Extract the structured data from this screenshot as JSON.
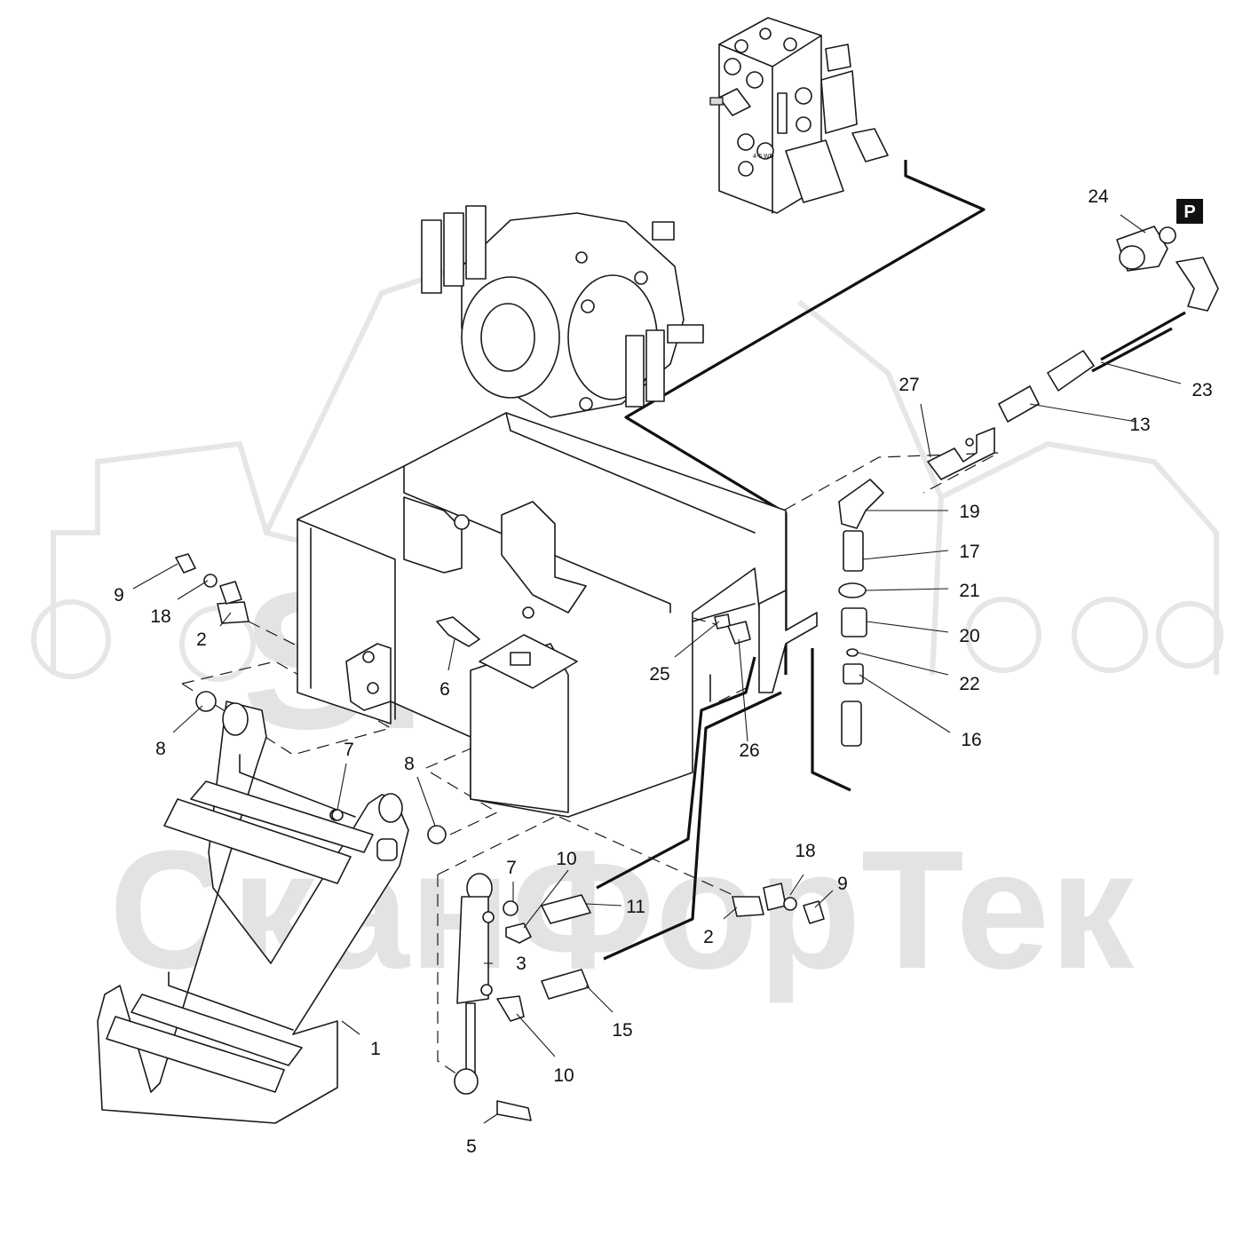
{
  "watermark": {
    "logo_text": "SFT",
    "company_text": "СканФорТек"
  },
  "badge": {
    "text": "P"
  },
  "valve_block": {
    "marking": "4-6 WD"
  },
  "callouts": [
    {
      "id": "c1",
      "label": "1"
    },
    {
      "id": "c2a",
      "label": "2"
    },
    {
      "id": "c2b",
      "label": "2"
    },
    {
      "id": "c3",
      "label": "3"
    },
    {
      "id": "c5",
      "label": "5"
    },
    {
      "id": "c6",
      "label": "6"
    },
    {
      "id": "c7a",
      "label": "7"
    },
    {
      "id": "c7b",
      "label": "7"
    },
    {
      "id": "c8a",
      "label": "8"
    },
    {
      "id": "c8b",
      "label": "8"
    },
    {
      "id": "c9a",
      "label": "9"
    },
    {
      "id": "c9b",
      "label": "9"
    },
    {
      "id": "c10a",
      "label": "10"
    },
    {
      "id": "c10b",
      "label": "10"
    },
    {
      "id": "c11",
      "label": "11"
    },
    {
      "id": "c13",
      "label": "13"
    },
    {
      "id": "c15",
      "label": "15"
    },
    {
      "id": "c16",
      "label": "16"
    },
    {
      "id": "c17",
      "label": "17"
    },
    {
      "id": "c18a",
      "label": "18"
    },
    {
      "id": "c18b",
      "label": "18"
    },
    {
      "id": "c19",
      "label": "19"
    },
    {
      "id": "c20",
      "label": "20"
    },
    {
      "id": "c21",
      "label": "21"
    },
    {
      "id": "c22",
      "label": "22"
    },
    {
      "id": "c23",
      "label": "23"
    },
    {
      "id": "c24",
      "label": "24"
    },
    {
      "id": "c25",
      "label": "25"
    },
    {
      "id": "c26",
      "label": "26"
    },
    {
      "id": "c27",
      "label": "27"
    }
  ]
}
